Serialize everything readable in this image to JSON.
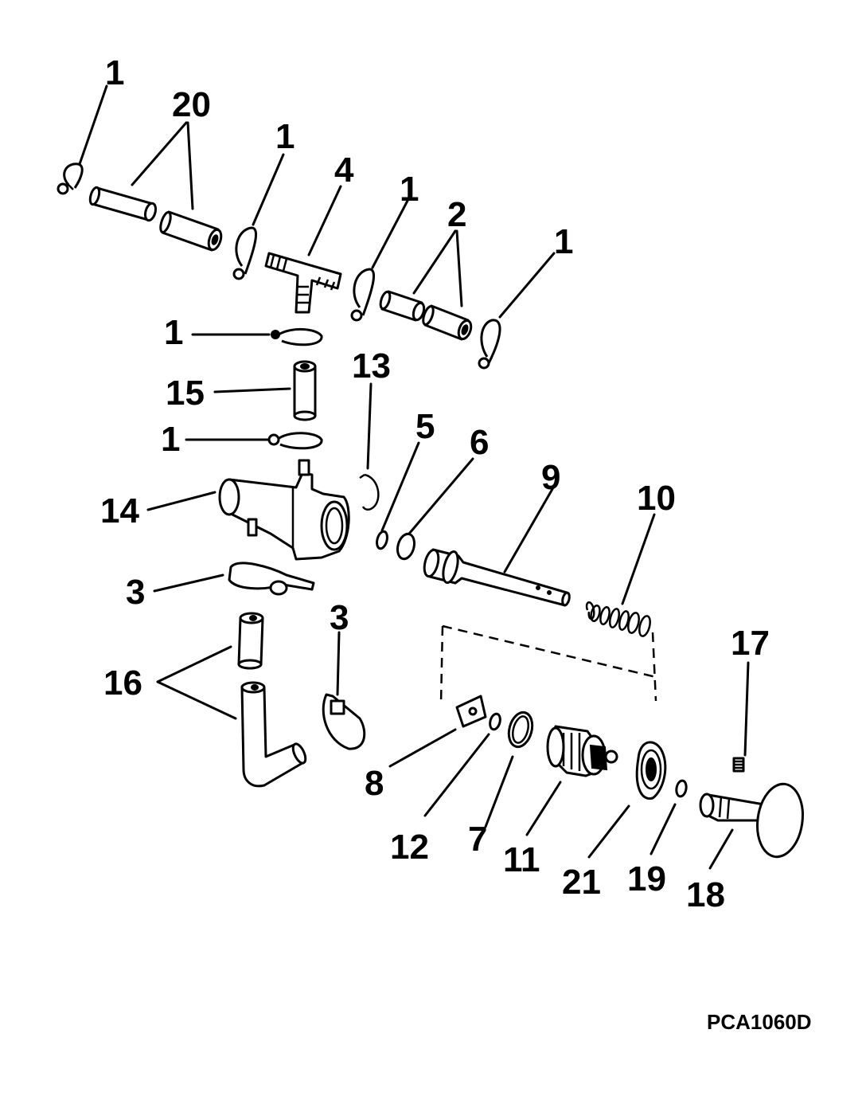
{
  "diagram": {
    "reference_code": "PCA1060D",
    "callouts": [
      {
        "id": "c-1a",
        "label": "1"
      },
      {
        "id": "c-20",
        "label": "20"
      },
      {
        "id": "c-1b",
        "label": "1"
      },
      {
        "id": "c-4",
        "label": "4"
      },
      {
        "id": "c-1c",
        "label": "1"
      },
      {
        "id": "c-2",
        "label": "2"
      },
      {
        "id": "c-1d",
        "label": "1"
      },
      {
        "id": "c-1e",
        "label": "1"
      },
      {
        "id": "c-13",
        "label": "13"
      },
      {
        "id": "c-15",
        "label": "15"
      },
      {
        "id": "c-1f",
        "label": "1"
      },
      {
        "id": "c-5",
        "label": "5"
      },
      {
        "id": "c-6",
        "label": "6"
      },
      {
        "id": "c-9",
        "label": "9"
      },
      {
        "id": "c-10",
        "label": "10"
      },
      {
        "id": "c-14",
        "label": "14"
      },
      {
        "id": "c-3a",
        "label": "3"
      },
      {
        "id": "c-3b",
        "label": "3"
      },
      {
        "id": "c-17",
        "label": "17"
      },
      {
        "id": "c-16",
        "label": "16"
      },
      {
        "id": "c-8",
        "label": "8"
      },
      {
        "id": "c-12",
        "label": "12"
      },
      {
        "id": "c-7",
        "label": "7"
      },
      {
        "id": "c-11",
        "label": "11"
      },
      {
        "id": "c-21",
        "label": "21"
      },
      {
        "id": "c-19",
        "label": "19"
      },
      {
        "id": "c-18",
        "label": "18"
      }
    ]
  }
}
